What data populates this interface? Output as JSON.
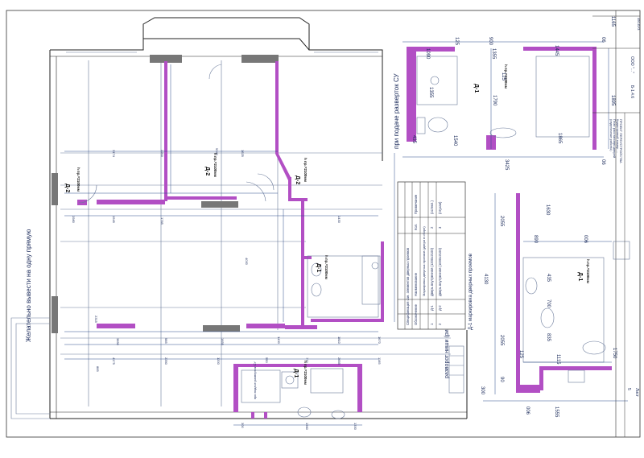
{
  "notes": {
    "left_vertical": "Желательно вывести на одну прямую",
    "toilet_vertical": "при подаче разверток СУ",
    "door_annotation": "разворот ниши (рис.1)"
  },
  "doors": {
    "d2_a": "Д-2",
    "d2_a_h": "h пр.=2100мм",
    "d2_b": "Д-2",
    "d2_b_h": "h пр.=2100мм",
    "d2_c": "Д-2",
    "d2_c_h": "h пр.=2100мм",
    "d1_a": "Д-1",
    "d1_a_h": "h пр.=2100мм",
    "d1_b": "Д-1",
    "d1_b_h": "h пр.=2100мм",
    "d1_top": "Д-1",
    "d1_top_h": "h пр.=2100мм",
    "d1_right": "Д-1",
    "d1_right_h": "h пр.=2100мм"
  },
  "door_table": {
    "title": "Спецификация сан. элементов дверных проемов",
    "caption": "Д-1 маркировка дверных проемов",
    "headers": [
      "Обозначение",
      "Наименование",
      "Кол.",
      "Примечание"
    ],
    "rows": [
      {
        "num": "1",
        "mark": "Д-1",
        "name": "Дверь внутренняя (1200х2100)",
        "qty": "2",
        "note": "(остекл.)"
      },
      {
        "num": "2",
        "mark": "Д-2",
        "name": "Дверь внутренняя (1000х2100)",
        "qty": "3",
        "note": "(глухая)"
      }
    ],
    "row_label": "Маркировка дверных проемов (двери в сборе)"
  },
  "title_block": {
    "sheet_label": "Лист",
    "sheet_num": "5",
    "company": "ООО \"...\"",
    "code": "Б-1.4.6",
    "desc_lines": [
      "ПРОЕКТ ПЕРЕУСТРОЙСТВА",
      "Кадастровый номер ... ",
      "План расстановки дверей",
      "(отделочные работы)"
    ],
    "num_side": "450-БУЗ"
  },
  "dims_top": [
    "1090",
    "1355",
    "1445",
    "1165",
    "125",
    "900",
    "06"
  ],
  "dims_toilet": [
    "1355",
    "1790",
    "1895",
    "1540",
    "1865",
    "435",
    "3425",
    "125",
    "06"
  ],
  "dims_right": [
    "2055",
    "1630",
    "4130",
    "2055",
    "890",
    "006",
    "435",
    "700",
    "835",
    "1115",
    "1750",
    "125",
    "300",
    "90",
    "1555",
    "006"
  ],
  "dims_plan": [
    "9340",
    "3174",
    "2200",
    "1625",
    "1980",
    "1545",
    "1765",
    "4030",
    "1430",
    "2315",
    "3890",
    "985",
    "1655",
    "4175",
    "2350",
    "1200",
    "550",
    "770",
    "1810",
    "1670",
    "2655",
    "1165",
    "885",
    "1430",
    "300",
    "1560",
    "1330"
  ]
}
